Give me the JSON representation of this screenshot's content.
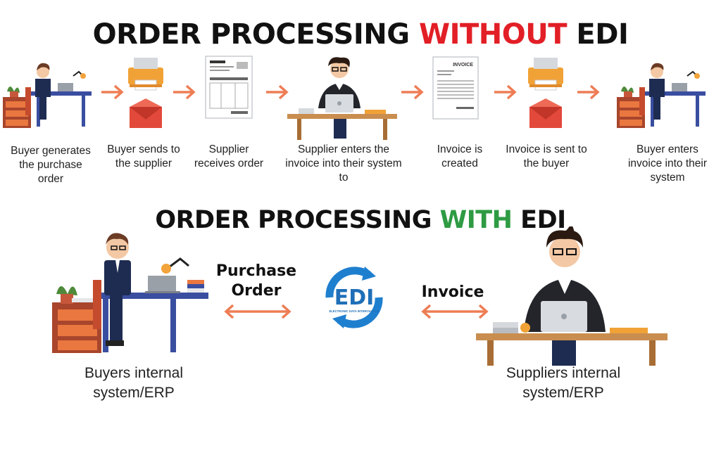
{
  "colors": {
    "accent_red": "#e21f26",
    "accent_green": "#2e9b43",
    "arrow": "#ee7d55",
    "edi_blue": "#1f7fcf"
  },
  "without": {
    "title_prefix": "ORDER PROCESSING ",
    "title_highlight": "WITHOUT",
    "title_suffix": " EDI",
    "steps": [
      {
        "icon": "buyer-desk-icon",
        "caption": "Buyer generates the purchase order"
      },
      {
        "icon": "printer-envelope-icon",
        "caption": "Buyer sends to the supplier"
      },
      {
        "icon": "document-icon",
        "caption": "Supplier receives order"
      },
      {
        "icon": "supplier-laptop-icon",
        "caption": "Supplier enters the invoice into their system to"
      },
      {
        "icon": "invoice-icon",
        "caption": "Invoice is created"
      },
      {
        "icon": "printer-envelope-icon",
        "caption": "Invoice is sent to the buyer"
      },
      {
        "icon": "buyer-desk-icon",
        "caption": "Buyer enters invoice into their system"
      }
    ],
    "invoice_doc_title": "INVOICE"
  },
  "with": {
    "title_prefix": "ORDER PROCESSING ",
    "title_highlight": "WITH",
    "title_suffix": " EDI",
    "left_caption": "Buyers internal system/ERP",
    "right_caption": "Suppliers internal system/ERP",
    "left_flow_label": "Purchase Order",
    "right_flow_label": "Invoice",
    "edi_text": "EDI",
    "edi_subtext": "ELECTRONIC DATA INTERCHANGE"
  }
}
